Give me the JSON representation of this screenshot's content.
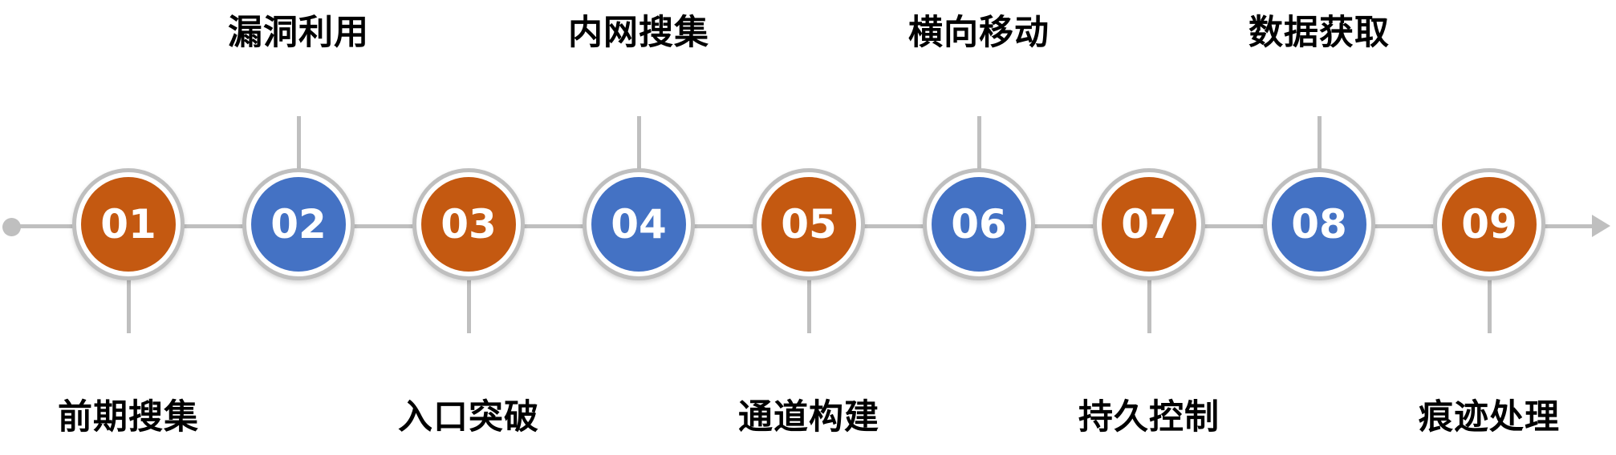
{
  "colors": {
    "accent_orange": "#C45911",
    "accent_blue": "#4472C4",
    "line_gray": "#BFBFBF",
    "label_text": "#000000",
    "number_text": "#FFFFFF"
  },
  "icons": {
    "start_dot": "css-filled-circle",
    "arrow_right": "css-triangle-right"
  },
  "steps": [
    {
      "number": "01",
      "label": "前期搜集",
      "label_position": "bottom",
      "color": "#C45911"
    },
    {
      "number": "02",
      "label": "漏洞利用",
      "label_position": "top",
      "color": "#4472C4"
    },
    {
      "number": "03",
      "label": "入口突破",
      "label_position": "bottom",
      "color": "#C45911"
    },
    {
      "number": "04",
      "label": "内网搜集",
      "label_position": "top",
      "color": "#4472C4"
    },
    {
      "number": "05",
      "label": "通道构建",
      "label_position": "bottom",
      "color": "#C45911"
    },
    {
      "number": "06",
      "label": "横向移动",
      "label_position": "top",
      "color": "#4472C4"
    },
    {
      "number": "07",
      "label": "持久控制",
      "label_position": "bottom",
      "color": "#C45911"
    },
    {
      "number": "08",
      "label": "数据获取",
      "label_position": "top",
      "color": "#4472C4"
    },
    {
      "number": "09",
      "label": "痕迹处理",
      "label_position": "bottom",
      "color": "#C45911"
    }
  ]
}
